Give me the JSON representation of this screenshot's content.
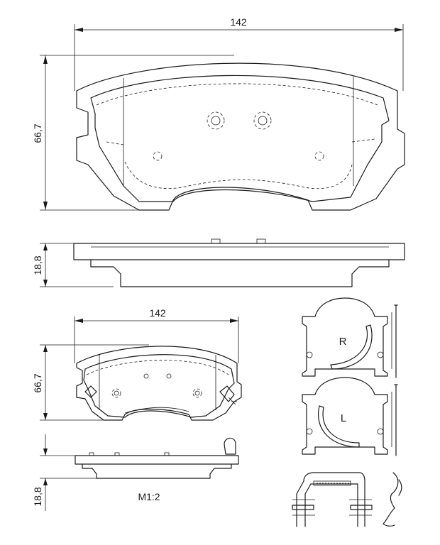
{
  "dimensions": {
    "top_width": "142",
    "top_height": "66,7",
    "side_thickness": "18,8",
    "small_width": "142",
    "small_height": "66,7",
    "small_thickness": "18,8"
  },
  "scale_label": "M1:2",
  "clips": {
    "right_label": "R",
    "left_label": "L"
  }
}
